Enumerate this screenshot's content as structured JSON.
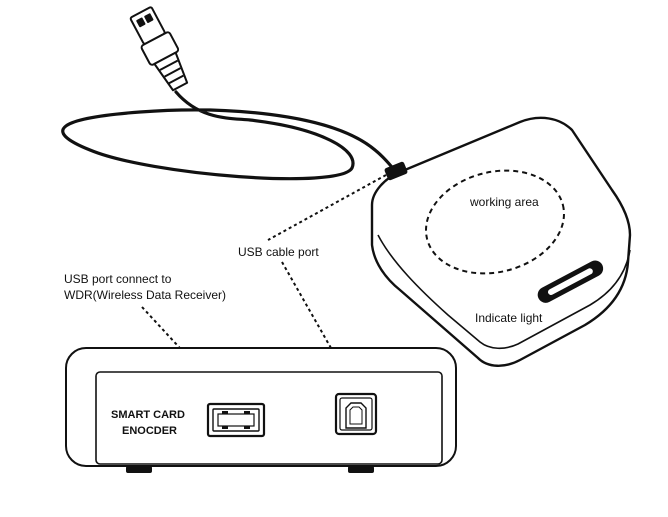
{
  "labels": {
    "working_area": "working area",
    "indicate_light": "Indicate light",
    "usb_cable_port": "USB cable port",
    "usb_port_line1": "USB port connect to",
    "usb_port_line2": "WDR(Wireless Data Receiver)",
    "encoder_line1": "SMART CARD",
    "encoder_line2": "ENOCDER"
  },
  "colors": {
    "ink": "#111111",
    "paper": "#ffffff"
  }
}
